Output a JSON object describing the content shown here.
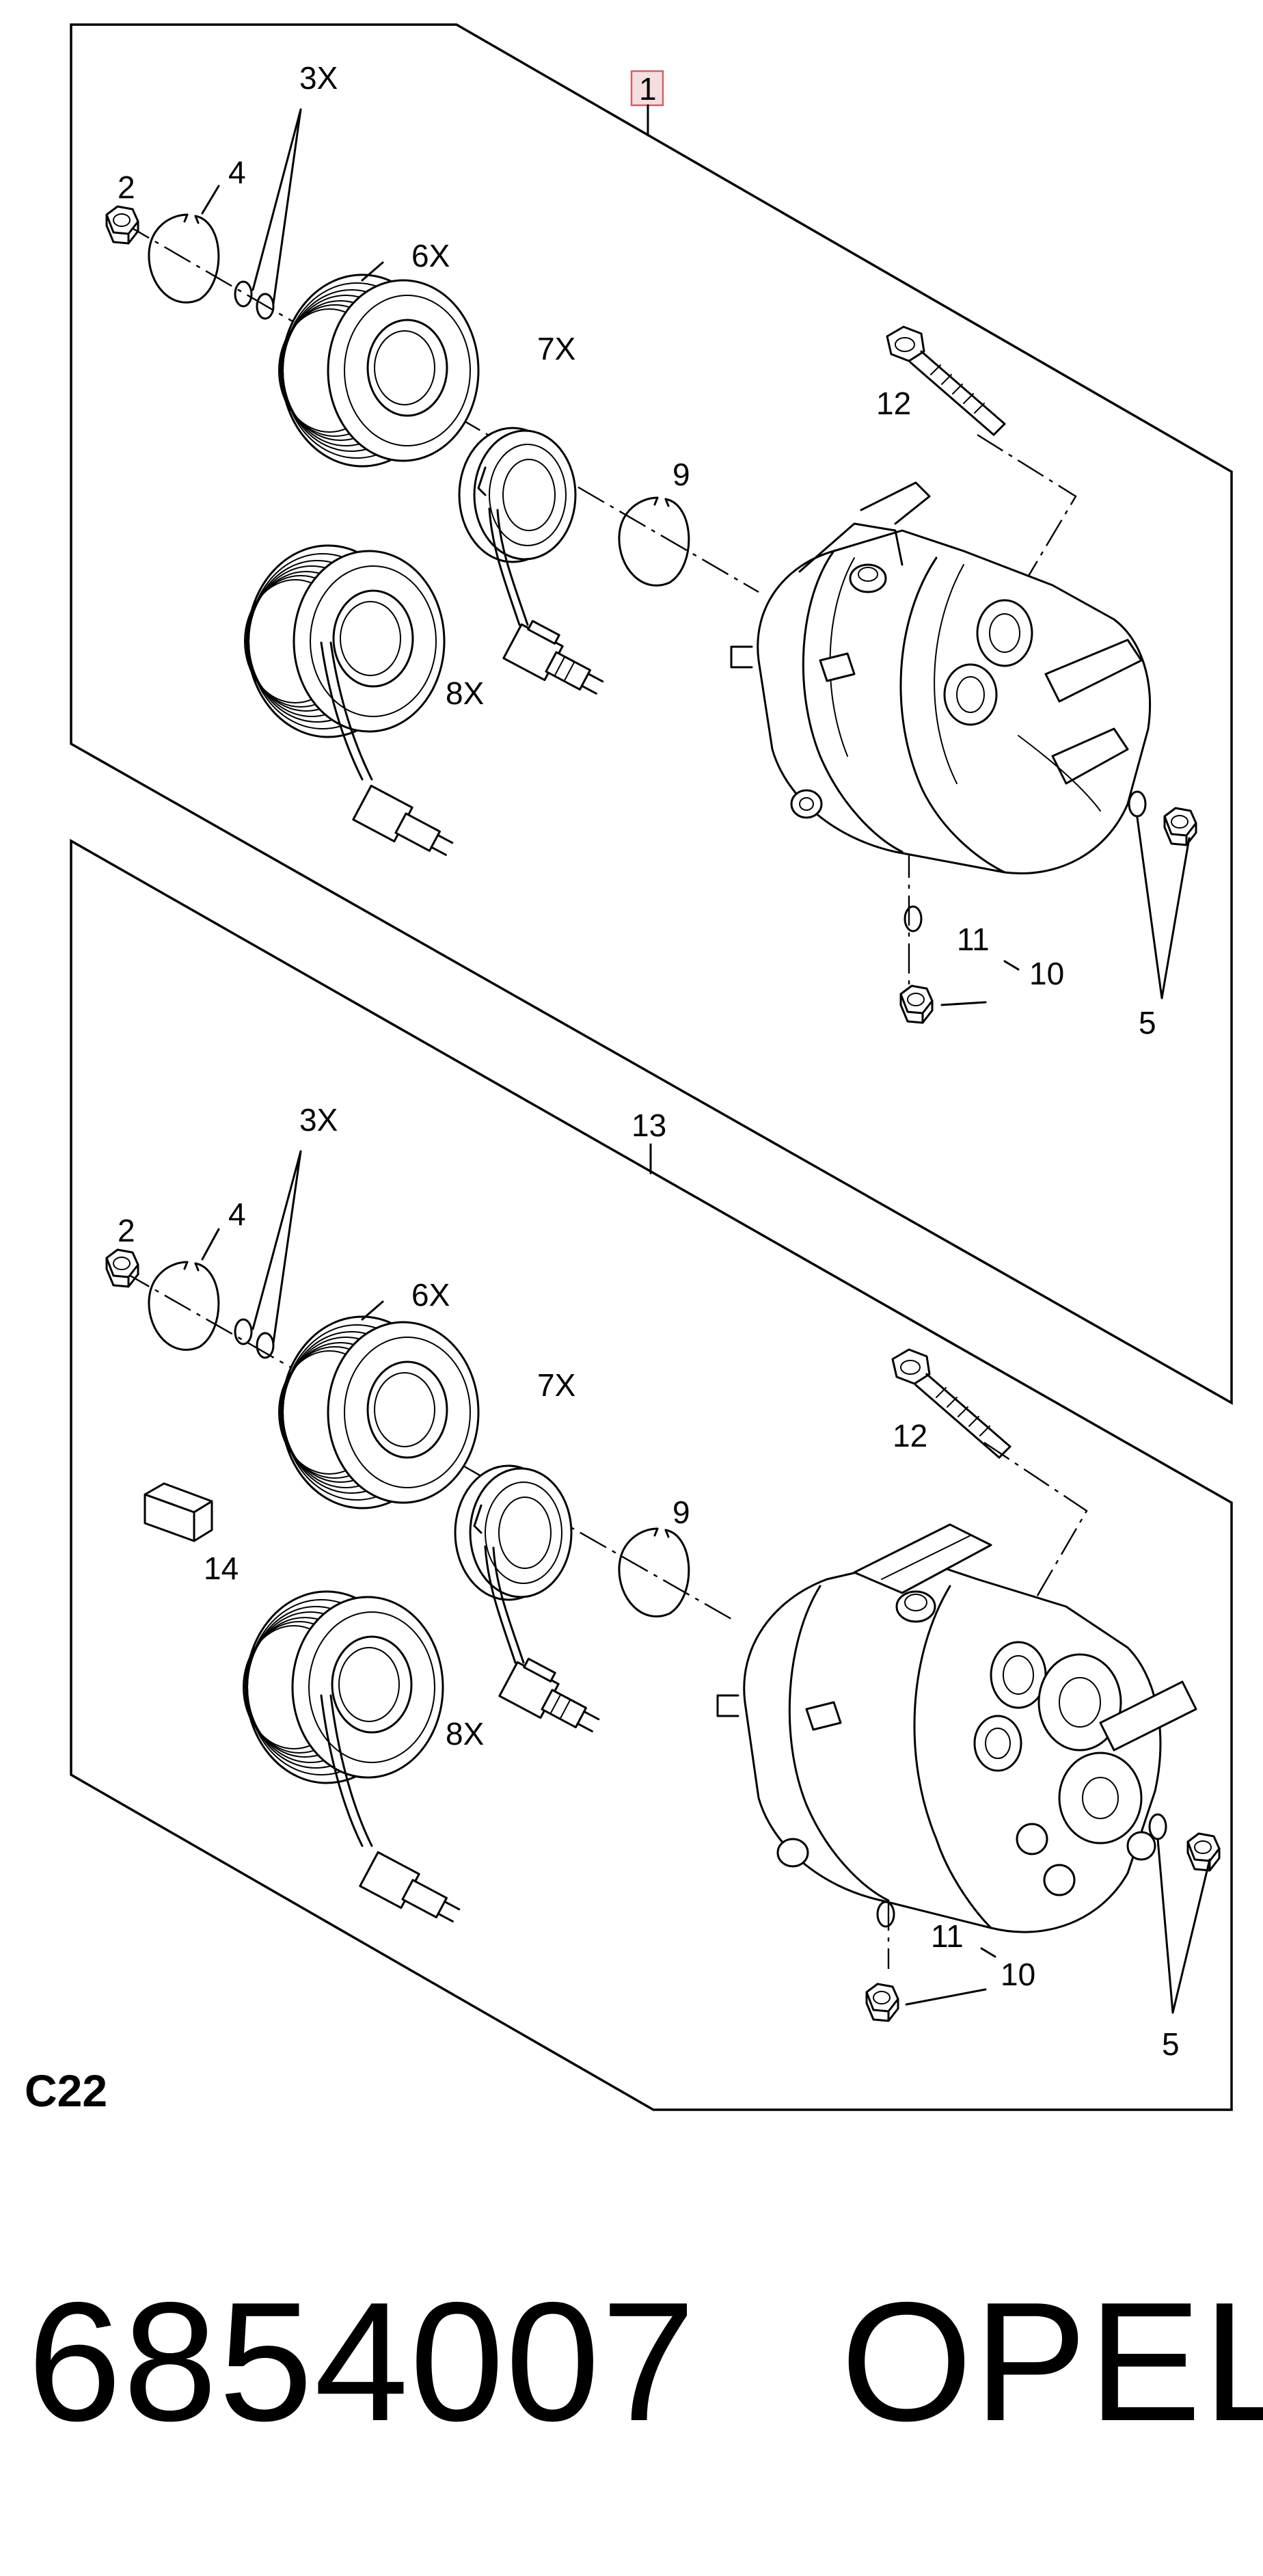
{
  "diagram": {
    "panel_top": {
      "highlight_label": "1",
      "labels": {
        "qty3": "3X",
        "n2": "2",
        "n4": "4",
        "qty6": "6X",
        "qty7": "7X",
        "n9": "9",
        "qty8": "8X",
        "n12": "12",
        "n11": "11",
        "n10": "10",
        "n5": "5"
      }
    },
    "panel_bottom": {
      "assembly_label": "13",
      "labels": {
        "qty3": "3X",
        "n2": "2",
        "n4": "4",
        "qty6": "6X",
        "qty7": "7X",
        "n9": "9",
        "qty8": "8X",
        "n12": "12",
        "n14": "14",
        "n11": "11",
        "n10": "10",
        "n5": "5"
      }
    },
    "engine_code": "C22"
  },
  "footer": {
    "part_number": "6854007",
    "brand": "OPEL"
  }
}
